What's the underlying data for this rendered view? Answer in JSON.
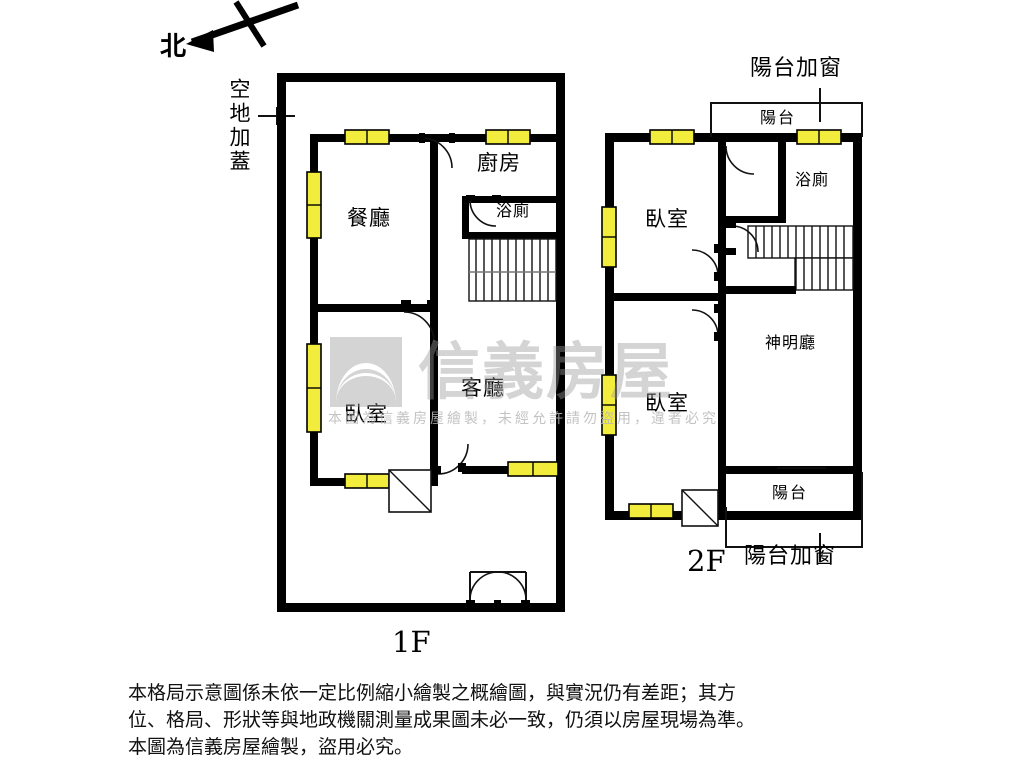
{
  "compass": {
    "label": "北"
  },
  "annotations": {
    "vacant_cover": "空地加蓋",
    "balcony_window_top": "陽台加窗",
    "balcony_window_bottom": "陽台加窗"
  },
  "floors": [
    {
      "id": "1F",
      "label": "1F",
      "rooms": [
        {
          "name": "餐廳",
          "kind": "dining"
        },
        {
          "name": "廚房",
          "kind": "kitchen"
        },
        {
          "name": "浴廁",
          "kind": "bathroom"
        },
        {
          "name": "臥室",
          "kind": "bedroom"
        },
        {
          "name": "客廳",
          "kind": "living"
        }
      ]
    },
    {
      "id": "2F",
      "label": "2F",
      "rooms": [
        {
          "name": "臥室",
          "kind": "bedroom"
        },
        {
          "name": "臥室",
          "kind": "bedroom"
        },
        {
          "name": "浴廁",
          "kind": "bathroom"
        },
        {
          "name": "神明廳",
          "kind": "shrine"
        },
        {
          "name": "陽台",
          "kind": "balcony"
        },
        {
          "name": "陽台",
          "kind": "balcony"
        }
      ]
    }
  ],
  "labels": {
    "f1_dining": "餐廳",
    "f1_kitchen": "廚房",
    "f1_bath": "浴廁",
    "f1_bedroom": "臥室",
    "f1_living": "客廳",
    "f1_floor": "1F",
    "f2_bedroom_top": "臥室",
    "f2_bedroom_bottom": "臥室",
    "f2_bath": "浴廁",
    "f2_shrine": "神明廳",
    "f2_balcony_top": "陽台",
    "f2_balcony_bottom": "陽台",
    "f2_floor": "2F"
  },
  "watermark": {
    "brand": "信義房屋",
    "notice": "本圖為信義房屋繪製，未經允許請勿盜用，違者必究"
  },
  "disclaimer": {
    "line1": "本格局示意圖係未依一定比例縮小繪製之概繪圖，與實況仍有差距；其方",
    "line2": "位、格局、形狀等與地政機關測量成果圖未必一致，仍須以房屋現場為準。",
    "line3": "本圖為信義房屋繪製，盜用必究。"
  },
  "colors": {
    "wall": "#000000",
    "window_fill": "#f2ec3c",
    "window_stroke": "#000000",
    "thin_line": "#1a1a1a",
    "background": "#ffffff",
    "watermark_gray": "#9a9a9a"
  }
}
